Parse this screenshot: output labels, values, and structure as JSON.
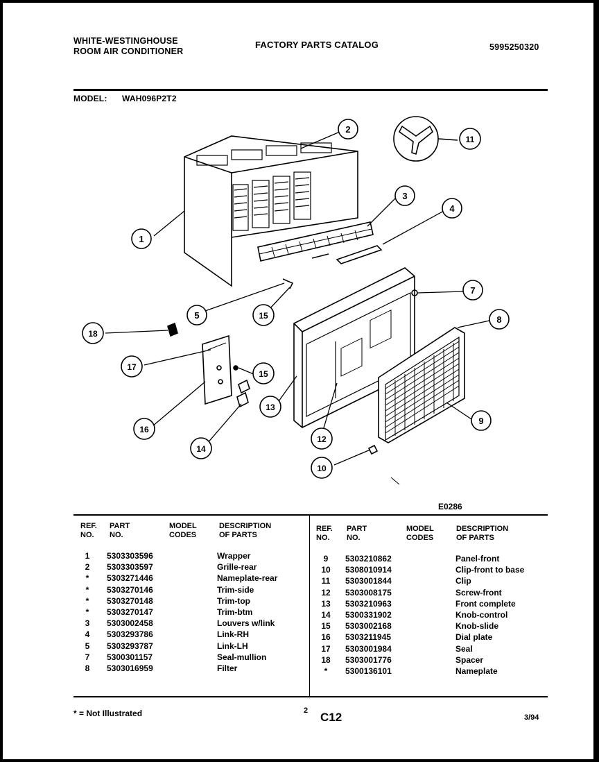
{
  "header": {
    "brand_line1": "WHITE-WESTINGHOUSE",
    "brand_line2": "ROOM AIR CONDITIONER",
    "catalog_title": "FACTORY PARTS CATALOG",
    "catalog_number": "5995250320",
    "model_label": "MODEL:",
    "model_value": "WAH096P2T2"
  },
  "diagram": {
    "callouts": [
      "1",
      "2",
      "3",
      "4",
      "5",
      "7",
      "8",
      "9",
      "10",
      "11",
      "12",
      "13",
      "14",
      "15",
      "15",
      "16",
      "17",
      "18"
    ],
    "drawing_code": "E0286"
  },
  "table": {
    "col_headers": {
      "ref": "REF.\nNO.",
      "part": "PART\nNO.",
      "model": "MODEL\nCODES",
      "desc": "DESCRIPTION\nOF PARTS"
    },
    "left_rows": [
      {
        "ref": "1",
        "part": "5303303596",
        "desc": "Wrapper"
      },
      {
        "ref": "2",
        "part": "5303303597",
        "desc": "Grille-rear"
      },
      {
        "ref": "*",
        "part": "5303271446",
        "desc": "Nameplate-rear"
      },
      {
        "ref": "*",
        "part": "5303270146",
        "desc": "Trim-side"
      },
      {
        "ref": "*",
        "part": "5303270148",
        "desc": "Trim-top"
      },
      {
        "ref": "*",
        "part": "5303270147",
        "desc": "Trim-btm"
      },
      {
        "ref": "3",
        "part": "5303002458",
        "desc": "Louvers w/link"
      },
      {
        "ref": "4",
        "part": "5303293786",
        "desc": "Link-RH"
      },
      {
        "ref": "5",
        "part": "5303293787",
        "desc": "Link-LH"
      },
      {
        "ref": "7",
        "part": "5300301157",
        "desc": "Seal-mullion"
      },
      {
        "ref": "8",
        "part": "5303016959",
        "desc": "Filter"
      }
    ],
    "right_rows": [
      {
        "ref": "9",
        "part": "5303210862",
        "desc": "Panel-front"
      },
      {
        "ref": "10",
        "part": "5308010914",
        "desc": "Clip-front to base"
      },
      {
        "ref": "11",
        "part": "5303001844",
        "desc": "Clip"
      },
      {
        "ref": "12",
        "part": "5303008175",
        "desc": "Screw-front"
      },
      {
        "ref": "13",
        "part": "5303210963",
        "desc": "Front complete"
      },
      {
        "ref": "14",
        "part": "5300331902",
        "desc": "Knob-control"
      },
      {
        "ref": "15",
        "part": "5303002168",
        "desc": "Knob-slide"
      },
      {
        "ref": "16",
        "part": "5303211945",
        "desc": "Dial plate"
      },
      {
        "ref": "17",
        "part": "5303001984",
        "desc": "Seal"
      },
      {
        "ref": "18",
        "part": "5303001776",
        "desc": "Spacer"
      },
      {
        "ref": "*",
        "part": "5300136101",
        "desc": "Nameplate"
      }
    ]
  },
  "footer": {
    "not_illustrated": "* = Not Illustrated",
    "page_number": "2",
    "section": "C12",
    "date": "3/94"
  }
}
